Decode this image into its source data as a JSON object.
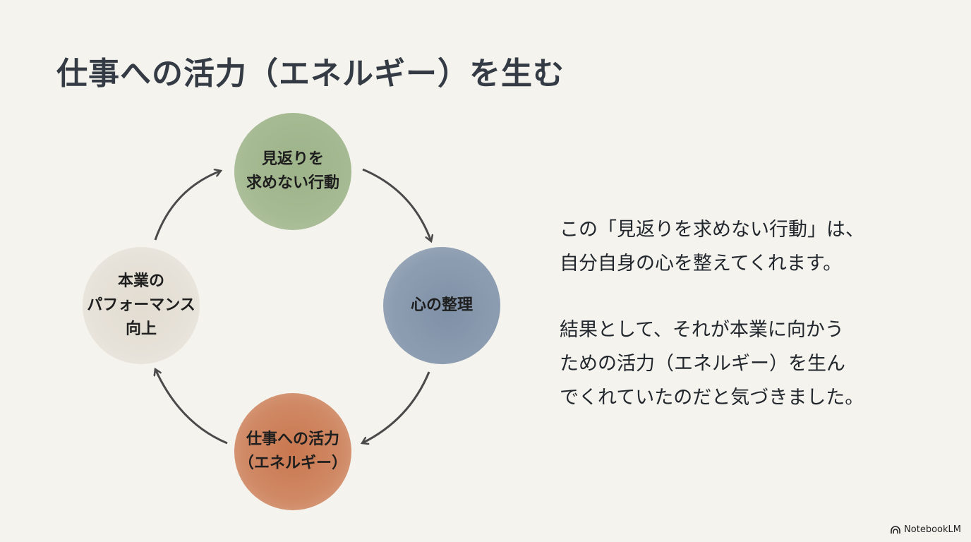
{
  "title": "仕事への活力（エネルギー）を生む",
  "cycle": {
    "nodes": [
      {
        "lines": [
          "見返りを",
          "求めない行動"
        ],
        "color": "#a6ba93"
      },
      {
        "lines": [
          "心の整理"
        ],
        "color": "#8d9db1"
      },
      {
        "lines": [
          "仕事への活力",
          "（エネルギー）"
        ],
        "color": "#d08a66"
      },
      {
        "lines": [
          "本業の",
          "パフォーマンス",
          "向上"
        ],
        "color": "#e7e2d9"
      }
    ]
  },
  "description": {
    "paragraph1": [
      "この「見返りを求めない行動」は、",
      "自分自身の心を整えてくれます。"
    ],
    "paragraph2": [
      "結果として、それが本業に向かう",
      "ための活力（エネルギー）を生ん",
      "でくれていたのだと気づきました。"
    ]
  },
  "branding": {
    "label": "NotebookLM",
    "icon": "notebooklm-logo-icon"
  }
}
